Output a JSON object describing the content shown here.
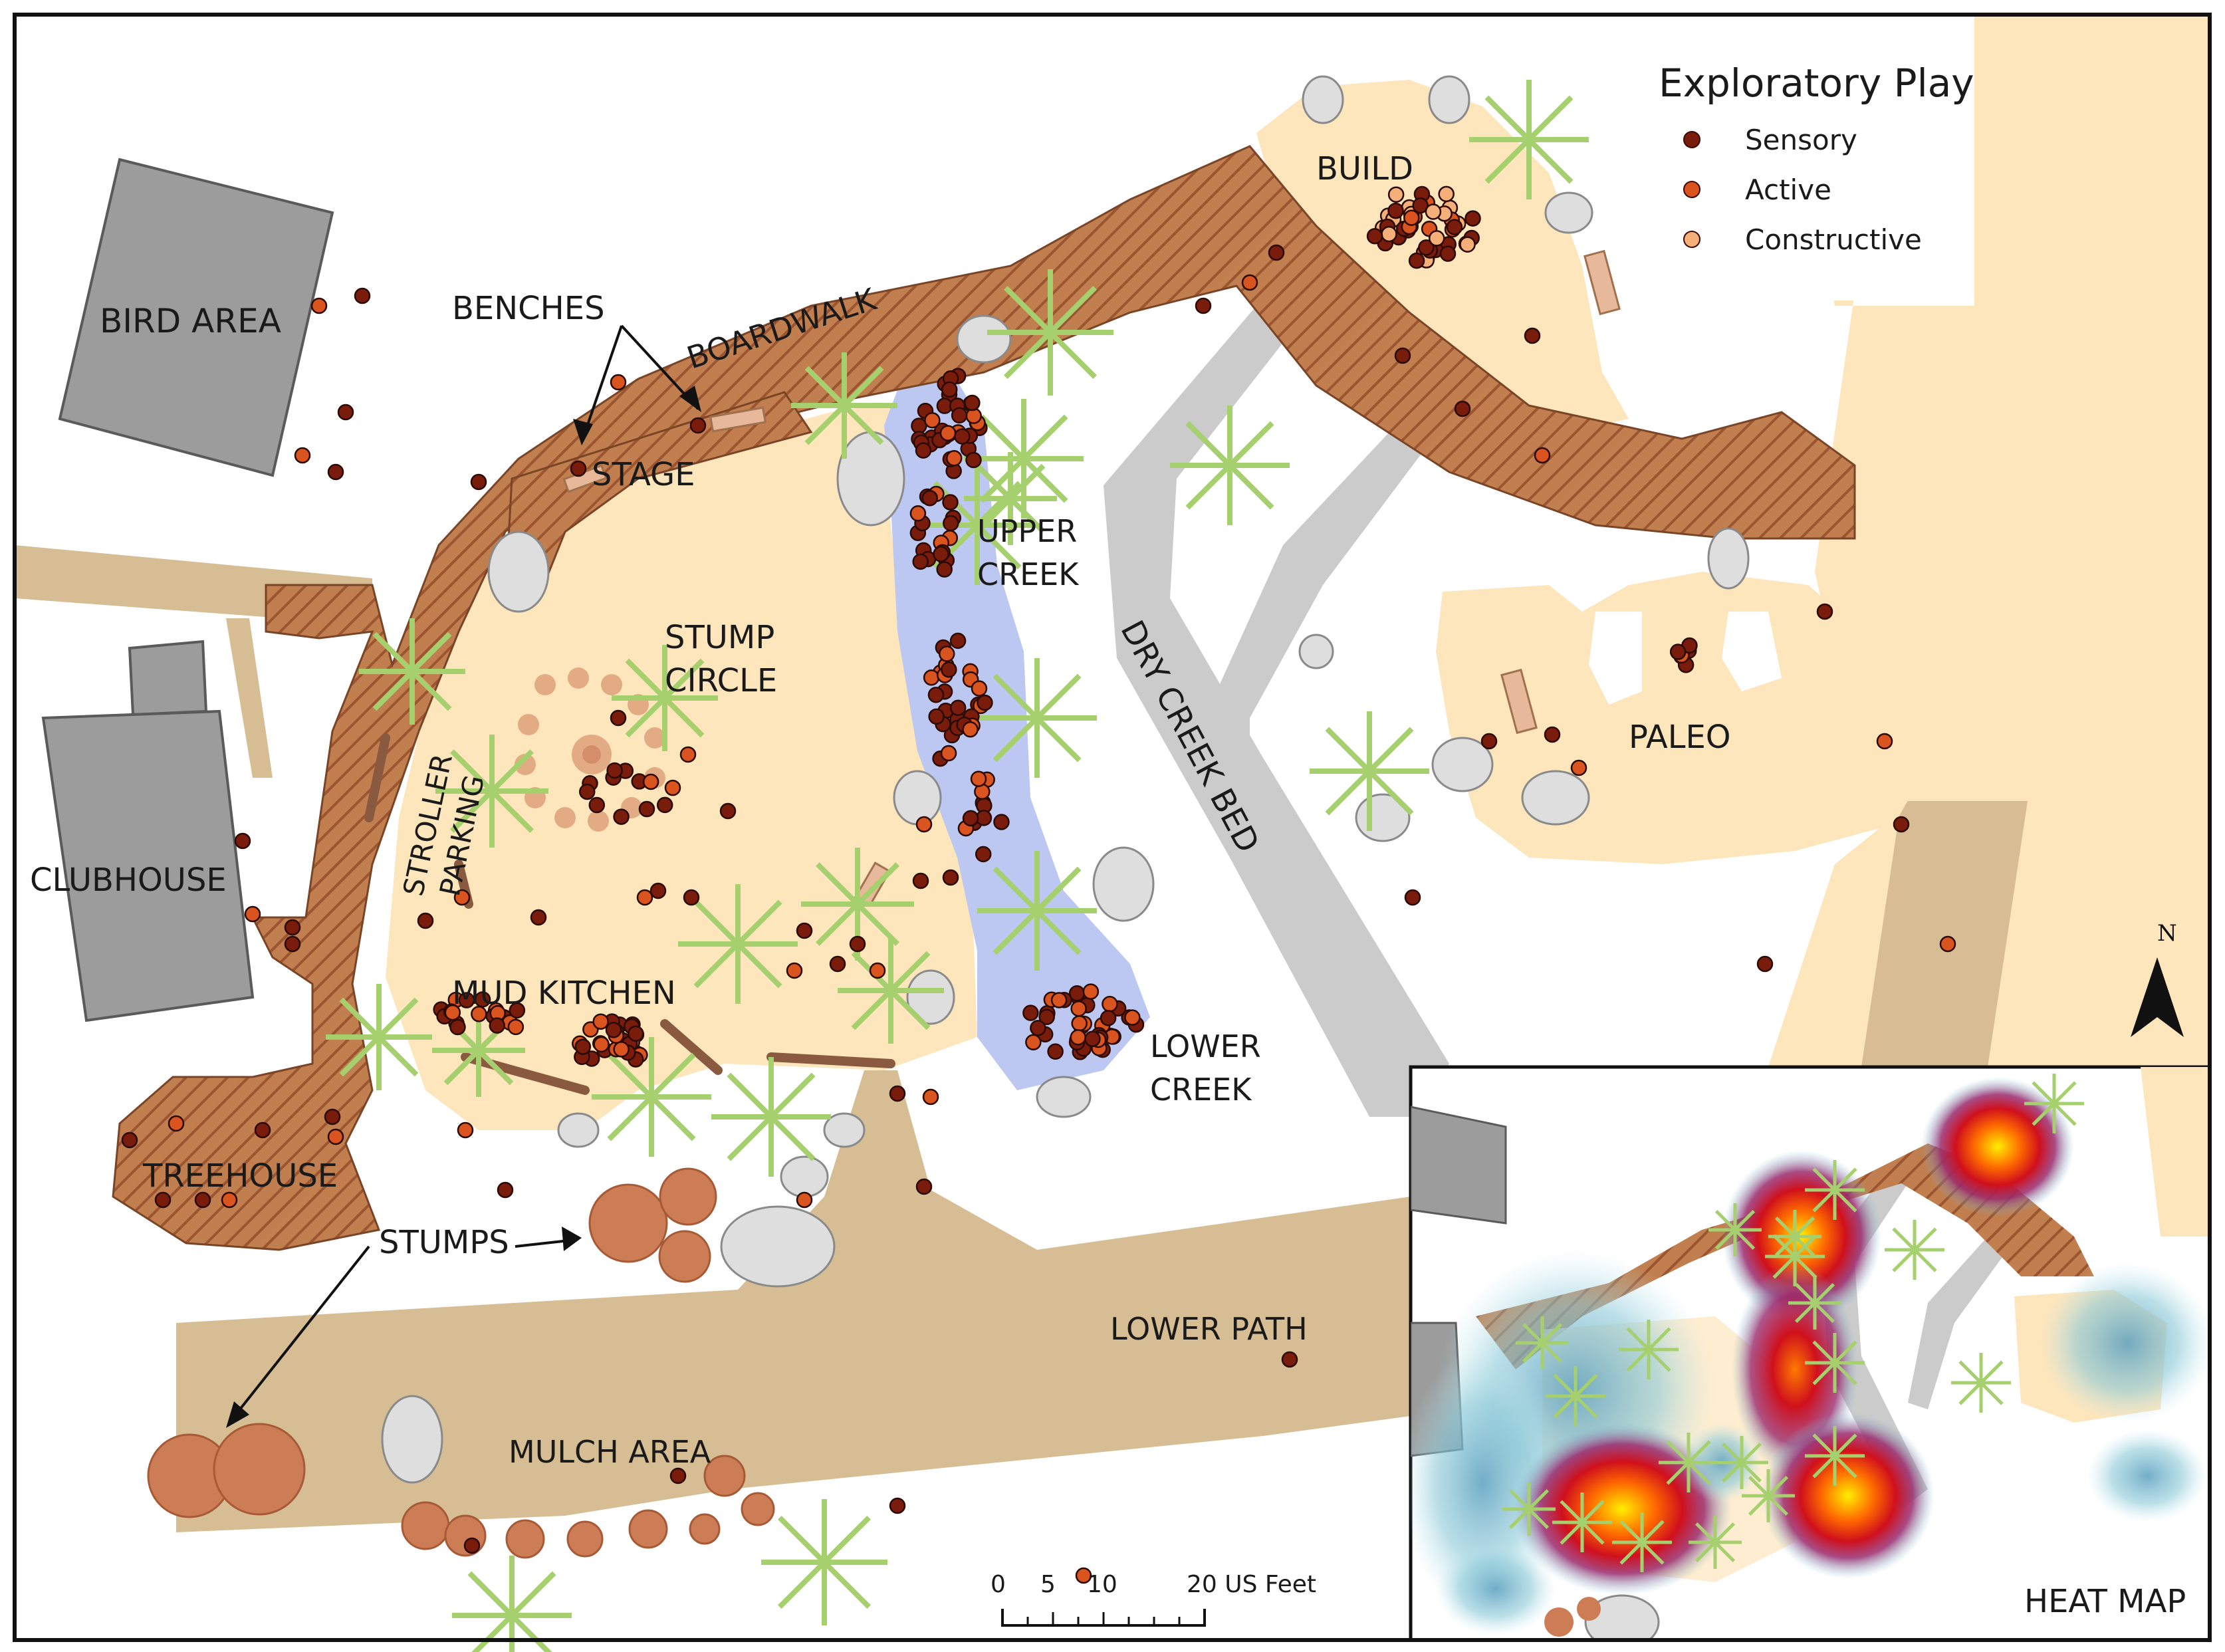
{
  "legend": {
    "title": "Exploratory Play",
    "items": [
      {
        "label": "Sensory",
        "color": "#7a1c0c"
      },
      {
        "label": "Active",
        "color": "#d9541f"
      },
      {
        "label": "Constructive",
        "color": "#f5b07a"
      }
    ]
  },
  "labels": {
    "bird_area": "BIRD AREA",
    "benches": "BENCHES",
    "boardwalk": "BOARDWALK",
    "stage": "STAGE",
    "build": "BUILD",
    "upper_creek_1": "UPPER",
    "upper_creek_2": "CREEK",
    "stump_circle_1": "STUMP",
    "stump_circle_2": "CIRCLE",
    "dry_creek_bed": "DRY CREEK BED",
    "paleo": "PALEO",
    "clubhouse": "CLUBHOUSE",
    "stroller_parking_1": "STROLLER",
    "stroller_parking_2": "PARKING",
    "mud_kitchen": "MUD KITCHEN",
    "lower_creek_1": "LOWER",
    "lower_creek_2": "CREEK",
    "treehouse": "TREEHOUSE",
    "stumps": "STUMPS",
    "lower_path": "LOWER PATH",
    "mulch_area": "MULCH AREA",
    "heat_map": "HEAT MAP"
  },
  "north_arrow": {
    "label": "N"
  },
  "scale_bar": {
    "ticks": [
      "0",
      "5",
      "10",
      "20 US Feet"
    ]
  },
  "colors": {
    "play_zone": "#fde5bc",
    "path": "#d6bd93",
    "boardwalk": "#b8703f",
    "building": "#9c9c9c",
    "creek": "#bcc8f2",
    "dry_creek": "#cbcbcb",
    "vegetation": "#a6cf6e",
    "stump": "#cd7d55"
  }
}
